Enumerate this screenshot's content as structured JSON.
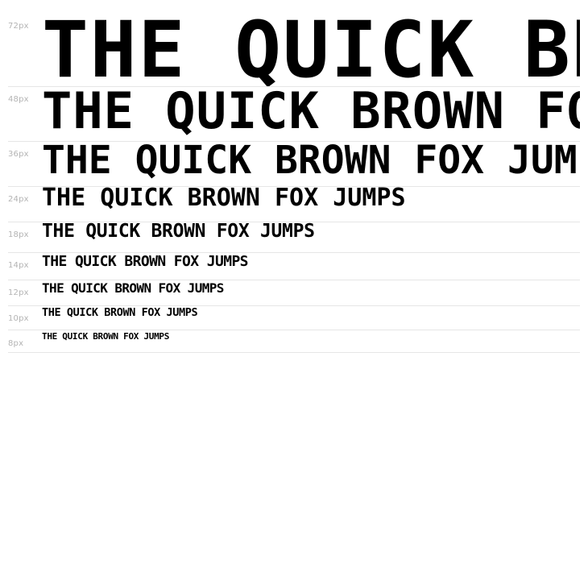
{
  "sample_text": "THE QUICK BROWN FOX JUMPS",
  "rows": [
    {
      "size_label": "72px",
      "text": "THE QUICK BROWN FOX JUMPS"
    },
    {
      "size_label": "48px",
      "text": "THE QUICK BROWN FOX JUMPS"
    },
    {
      "size_label": "36px",
      "text": "THE QUICK BROWN FOX JUMPS"
    },
    {
      "size_label": "24px",
      "text": "THE QUICK BROWN FOX JUMPS"
    },
    {
      "size_label": "18px",
      "text": "THE QUICK BROWN FOX JUMPS"
    },
    {
      "size_label": "14px",
      "text": "THE QUICK BROWN FOX JUMPS"
    },
    {
      "size_label": "12px",
      "text": "THE QUICK BROWN FOX JUMPS"
    },
    {
      "size_label": "10px",
      "text": "THE QUICK BROWN FOX JUMPS"
    },
    {
      "size_label": "8px",
      "text": "THE QUICK BROWN FOX JUMPS"
    }
  ]
}
